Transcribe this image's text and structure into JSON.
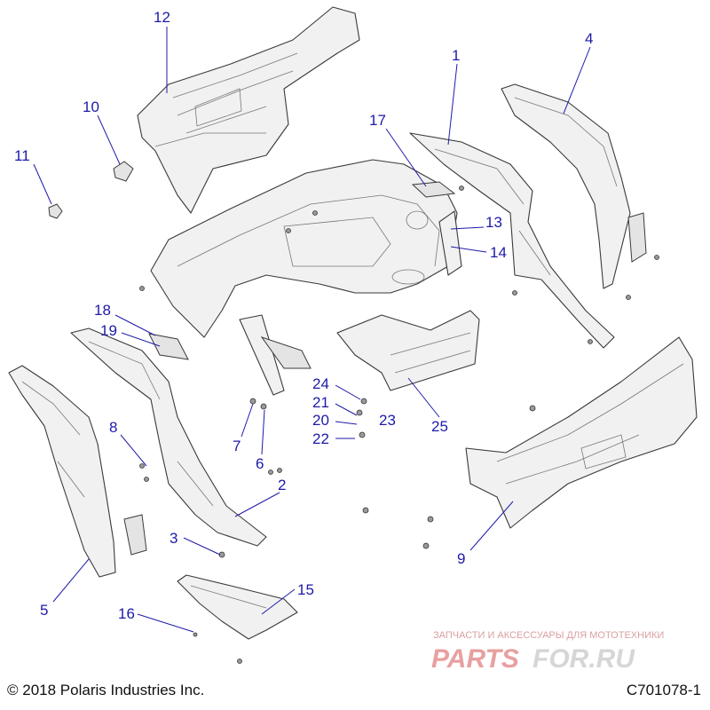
{
  "diagram": {
    "callouts": [
      "1",
      "2",
      "3",
      "4",
      "5",
      "6",
      "7",
      "8",
      "9",
      "10",
      "11",
      "12",
      "13",
      "14",
      "15",
      "16",
      "17",
      "18",
      "19",
      "20",
      "21",
      "22",
      "23",
      "24",
      "25"
    ],
    "colors": {
      "callout": "#1d1aa8",
      "outline": "#3a3a3a",
      "fill": "#f1f1f1",
      "watermark_red": "#e8a0a0",
      "watermark_gray": "#d9d9d9"
    }
  },
  "footer": {
    "copyright": "© 2018 Polaris Industries Inc.",
    "figure_id": "C701078-1"
  },
  "watermark": {
    "tagline": "ЗАПЧАСТИ И АКСЕССУАРЫ ДЛЯ МОТОТЕХНИКИ",
    "brand_a": "PARTS",
    "brand_b": "FOR.RU"
  }
}
